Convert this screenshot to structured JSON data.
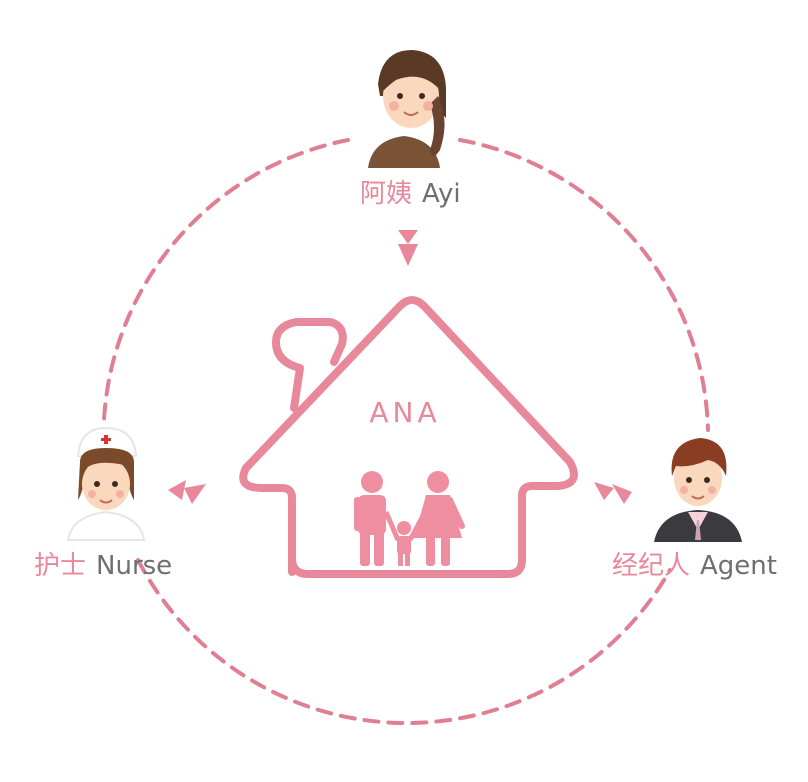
{
  "center": {
    "label": "ANA"
  },
  "roles": {
    "ayi": {
      "zh": "阿姨",
      "en": "Ayi"
    },
    "nurse": {
      "zh": "护士",
      "en": "Nurse"
    },
    "agent": {
      "zh": "经纪人",
      "en": "Agent"
    }
  },
  "colors": {
    "accent": "#e8889a",
    "label_gray": "#6f6f6f",
    "dashed_circle": "#e07f92",
    "house_stroke": "#e8899b"
  }
}
